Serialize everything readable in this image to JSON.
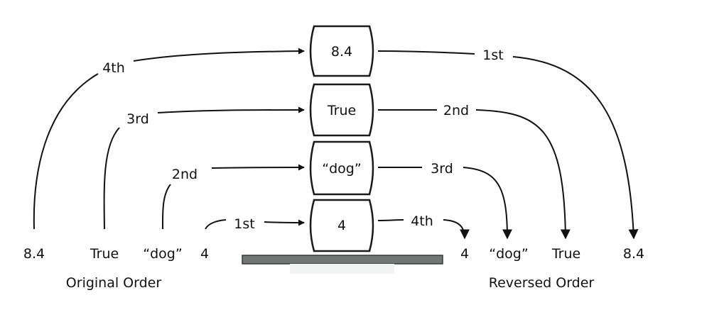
{
  "stack_items": [
    "8.4",
    "True",
    "“dog”",
    "4"
  ],
  "push_labels": [
    "4th",
    "3rd",
    "2nd",
    "1st"
  ],
  "pop_labels": [
    "1st",
    "2nd",
    "3rd",
    "4th"
  ],
  "original_items": [
    "8.4",
    "True",
    "“dog”",
    "4"
  ],
  "reversed_items": [
    "4",
    "“dog”",
    "True",
    "8.4"
  ],
  "original_caption": "Original Order",
  "reversed_caption": "Reversed Order",
  "colors": {
    "box_fill": "#ffffff",
    "stroke": "#1a1a1a",
    "base": "#6f7676"
  }
}
